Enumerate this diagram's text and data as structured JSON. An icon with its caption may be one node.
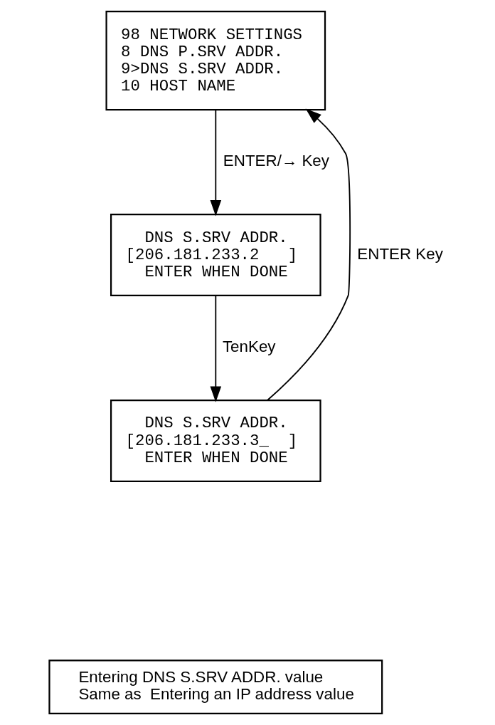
{
  "diagram": {
    "nodes": [
      {
        "text": [
          "98 NETWORK SETTINGS",
          " 8 DNS P.SRV ADDR.",
          " 9>DNS S.SRV ADDR.",
          "10 HOST NAME"
        ]
      },
      {
        "text": [
          "   DNS S.SRV ADDR.",
          "[206.181.233.2   ]",
          "   ENTER WHEN DONE"
        ]
      },
      {
        "text": [
          "   DNS S.SRV ADDR.",
          "[206.181.233.3_  ]",
          "   ENTER WHEN DONE"
        ]
      },
      {
        "text": [
          "Entering DNS S.SRV ADDR. value",
          "Same as  Entering an IP address value"
        ]
      }
    ],
    "edges": [
      {
        "from": 0,
        "to": 1,
        "arrow": "to",
        "label": "ENTER/→ Key"
      },
      {
        "from": 1,
        "to": 2,
        "arrow": "to",
        "label": "TenKey"
      },
      {
        "from": 2,
        "to": 0,
        "arrow": "to",
        "label": "ENTER Key"
      }
    ]
  }
}
